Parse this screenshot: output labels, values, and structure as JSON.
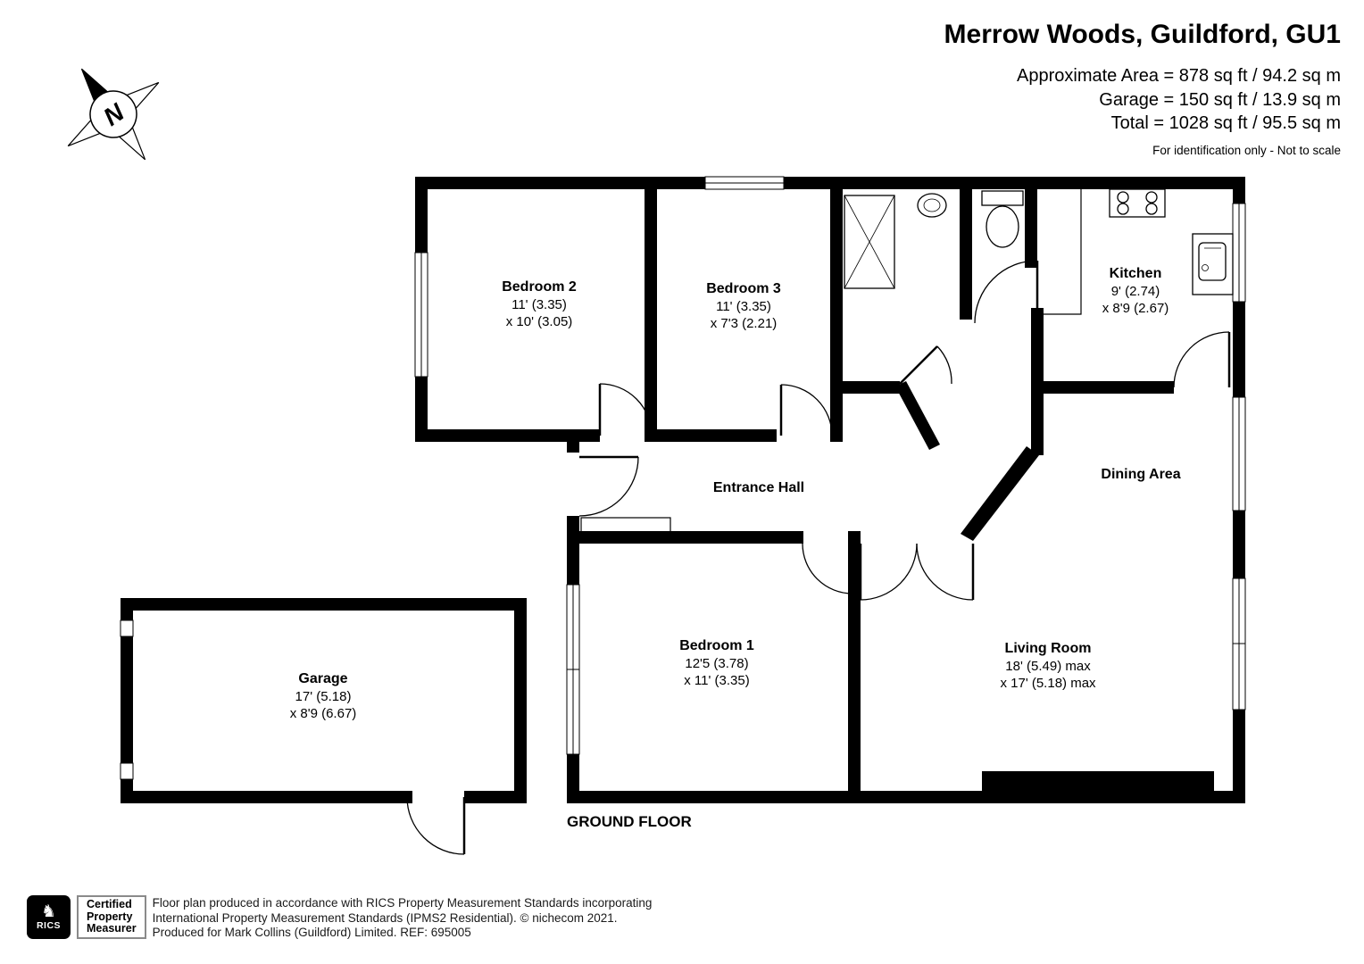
{
  "header": {
    "title": "Merrow Woods, Guildford, GU1",
    "area_line1": "Approximate Area = 878 sq ft / 94.2 sq m",
    "area_line2": "Garage = 150 sq ft / 13.9 sq m",
    "area_line3": "Total = 1028 sq ft / 95.5 sq m",
    "disclaimer": "For identification only - Not to scale"
  },
  "compass": {
    "label": "N"
  },
  "floor": {
    "label": "GROUND FLOOR"
  },
  "rooms": [
    {
      "name": "Bedroom 2",
      "dim1": "11' (3.35)",
      "dim2": "x 10' (3.05)"
    },
    {
      "name": "Bedroom 3",
      "dim1": "11' (3.35)",
      "dim2": "x 7'3 (2.21)"
    },
    {
      "name": "Kitchen",
      "dim1": "9' (2.74)",
      "dim2": "x 8'9 (2.67)"
    },
    {
      "name": "Entrance Hall"
    },
    {
      "name": "Dining Area"
    },
    {
      "name": "Bedroom 1",
      "dim1": "12'5 (3.78)",
      "dim2": "x 11' (3.35)"
    },
    {
      "name": "Living Room",
      "dim1": "18' (5.49) max",
      "dim2": "x 17' (5.18) max"
    },
    {
      "name": "Garage",
      "dim1": "17' (5.18)",
      "dim2": "x 8'9 (6.67)"
    }
  ],
  "footer": {
    "rics_label": "RICS",
    "badge_line1": "Certified",
    "badge_line2": "Property",
    "badge_line3": "Measurer",
    "line1": "Floor plan produced in accordance with RICS Property Measurement Standards incorporating",
    "line2": "International Property Measurement Standards (IPMS2 Residential).  © nichecom 2021.",
    "line3": "Produced for Mark Collins (Guildford) Limited.   REF: 695005"
  },
  "colors": {
    "wall": "#000000",
    "background": "#ffffff"
  }
}
